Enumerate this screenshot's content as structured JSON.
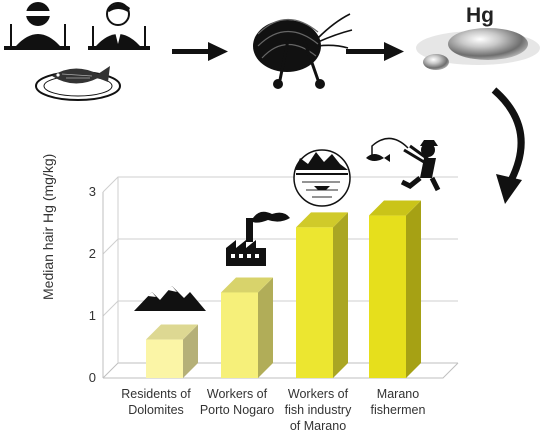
{
  "header": {
    "element_symbol": "Hg"
  },
  "icons": {
    "diners": "people-eating-icon",
    "fish_dish": "fish-plate-icon",
    "hair": "hair-scissors-icon",
    "mercury": "mercury-droplet-icon",
    "mountains": "mountains-icon",
    "factory": "factory-icon",
    "lagoon": "lagoon-village-icon",
    "fisherman": "fisherman-icon",
    "arrows": "flow-arrow-icon"
  },
  "chart_data": {
    "type": "bar",
    "categories": [
      "Residents of Dolomites",
      "Workers of Porto Nogaro",
      "Workers of fish industry of Marano",
      "Marano fishermen"
    ],
    "category_lines": [
      [
        "Residents of",
        "Dolomites"
      ],
      [
        "Workers of",
        "Porto Nogaro"
      ],
      [
        "Workers of",
        "fish industry",
        "of Marano"
      ],
      [
        "Marano",
        "fishermen"
      ]
    ],
    "values": [
      0.62,
      1.38,
      2.43,
      2.62
    ],
    "ylabel": "Median hair Hg (mg/kg)",
    "yticks": [
      "0",
      "1",
      "2",
      "3"
    ],
    "ylim": [
      0,
      3
    ],
    "grid": true,
    "bar_colors": [
      "#fbf5a6",
      "#f6f07a",
      "#ece630",
      "#e6df1c"
    ]
  }
}
